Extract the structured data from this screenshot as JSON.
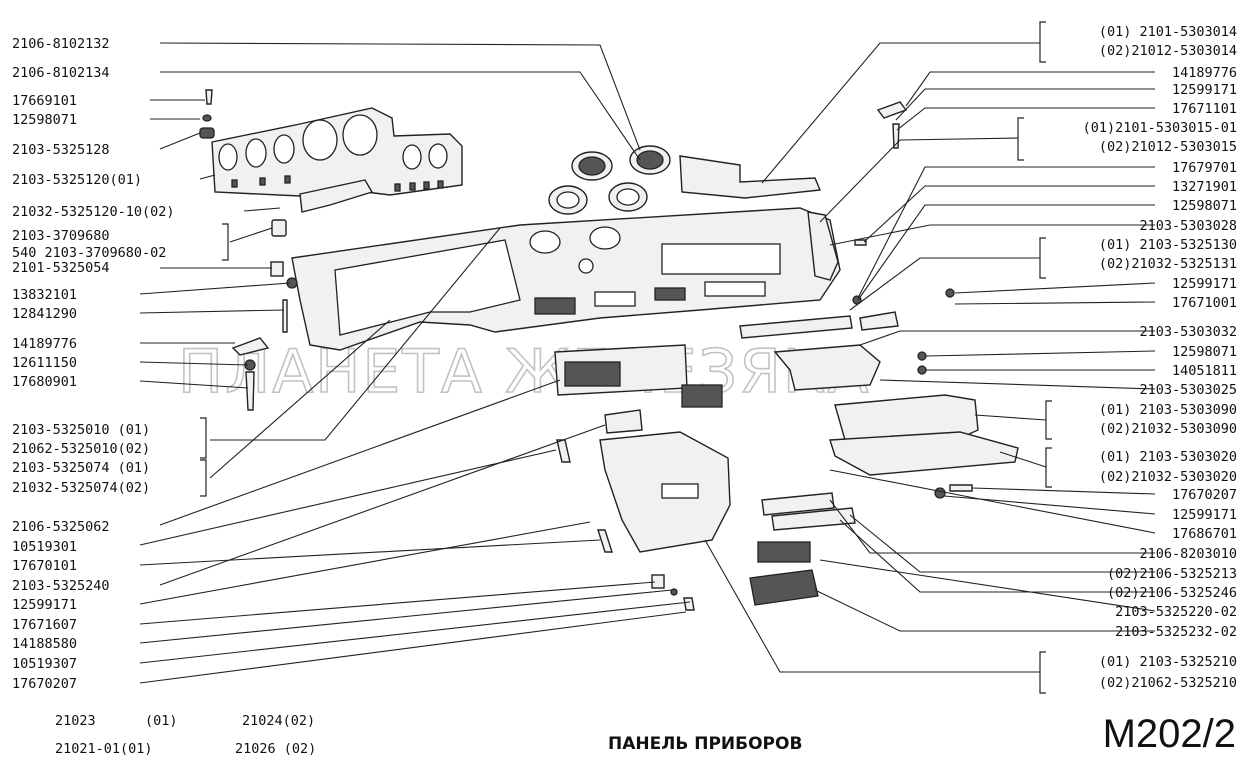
{
  "title": "ПАНЕЛЬ ПРИБОРОВ",
  "page_code": "M202/2",
  "watermark": "ПЛАНЕТА ЖЕЛЕЗЯКА",
  "footer": {
    "models": [
      "21023",
      "(01)",
      "21024(02)",
      "21021-01(01)",
      "21026 (02)"
    ]
  },
  "labels_left": [
    "2106-8102132",
    "2106-8102134",
    "17669101",
    "12598071",
    "2103-5325128",
    "2103-5325120(01)",
    "21032-5325120-10(02)",
    "2103-3709680",
    "540 2103-3709680-02",
    "2101-5325054",
    "13832101",
    "12841290",
    "14189776",
    "12611150",
    "17680901",
    "2103-5325010 (01)",
    "21062-5325010(02)",
    "2103-5325074 (01)",
    "21032-5325074(02)",
    "2106-5325062",
    "10519301",
    "17670101",
    "2103-5325240",
    "12599171",
    "17671607",
    "14188580",
    "10519307",
    "17670207"
  ],
  "labels_right": [
    "(01) 2101-5303014",
    "(02)21012-5303014",
    "14189776",
    "12599171",
    "17671101",
    "(01)2101-5303015-01",
    "(02)21012-5303015",
    "17679701",
    "13271901",
    "12598071",
    "2103-5303028",
    "(01) 2103-5325130",
    "(02)21032-5325131",
    "12599171",
    "17671001",
    "2103-5303032",
    "12598071",
    "14051811",
    "2103-5303025",
    "(01) 2103-5303090",
    "(02)21032-5303090",
    "(01) 2103-5303020",
    "(02)21032-5303020",
    "17670207",
    "12599171",
    "17686701",
    "2106-8203010",
    "(02)2106-5325213",
    "(02)2106-5325246",
    "2103-5325220-02",
    "2103-5325232-02",
    "(01) 2103-5325210",
    "(02)21062-5325210"
  ]
}
